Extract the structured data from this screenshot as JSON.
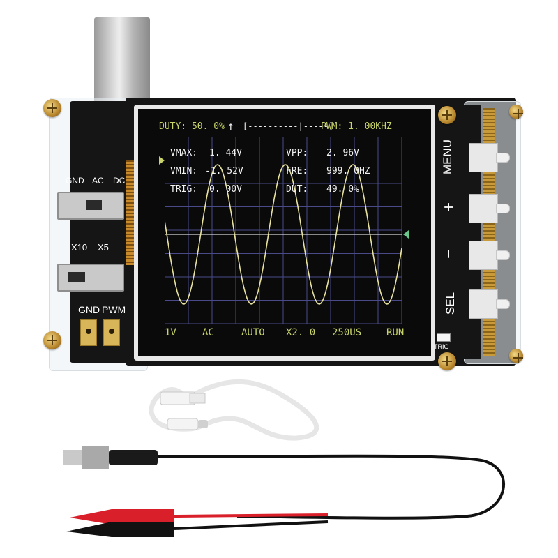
{
  "device": {
    "silkscreen": {
      "coupling": [
        "GND",
        "AC",
        "DC"
      ],
      "probe": [
        "X10",
        "X5"
      ],
      "pads": [
        "GND",
        "PWM"
      ],
      "trig": "TRIG"
    },
    "side_buttons": [
      "MENU",
      "+",
      "−",
      "SEL"
    ]
  },
  "screen": {
    "top_bar": {
      "duty": "DUTY: 50. 0%",
      "arrow": "↑",
      "bar": "[----------|-----]",
      "pwm": "PWM: 1. 00KHZ"
    },
    "stats": {
      "vmax_label": "VMAX:",
      "vmax_value": "1. 44V",
      "vmin_label": "VMIN:",
      "vmin_value": "-1. 52V",
      "trig_label": "TRIG:",
      "trig_value": "0. 00V",
      "vpp_label": "VPP:",
      "vpp_value": "2. 96V",
      "fre_label": "FRE:",
      "fre_value": "999. 0HZ",
      "dut_label": "DUT:",
      "dut_value": "49. 0%"
    },
    "bottom_bar": [
      "1V",
      "AC",
      "AUTO",
      "X2. 0",
      "250US",
      "RUN"
    ]
  },
  "colors": {
    "osd_text": "#c9d46a",
    "waveform": "#e8e2a0",
    "grid": "#4a4a8a",
    "board": "#151515"
  },
  "waveform": {
    "type": "sine",
    "visible_cycles": 3.5
  }
}
